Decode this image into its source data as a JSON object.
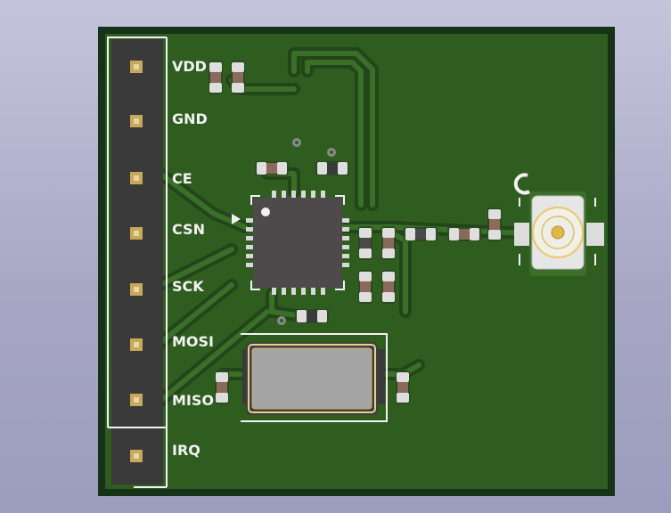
{
  "board": {
    "colors": {
      "background": "#a8a8c6",
      "board_edge": "#16331a",
      "copper_pour": "#2f5d1f",
      "trace": "#3a6f28",
      "silkscreen": "#f2f2f2",
      "pad_gold": "#c8a85a",
      "header_body": "#3a3a3a",
      "ic_body": "#4e4a4c",
      "crystal_body": "#9c9c9c",
      "smd_body": "#8a6a5a"
    },
    "header": {
      "pin_labels": [
        "VDD",
        "GND",
        "CE",
        "CSN",
        "SCK",
        "MOSI",
        "MISO",
        "IRQ"
      ]
    },
    "components": [
      {
        "name": "chip-ic",
        "icon": "qfn-chip-icon"
      },
      {
        "name": "crystal",
        "icon": "crystal-oscillator-icon"
      },
      {
        "name": "antenna-connector",
        "icon": "ufl-connector-icon"
      }
    ]
  }
}
